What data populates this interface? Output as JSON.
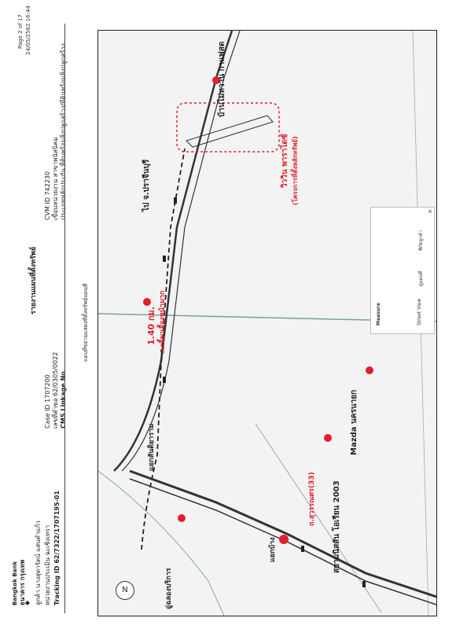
{
  "header": {
    "bank_name_th": "ธนาคาร กรุงเทพ",
    "bank_name_en": "Bangkok Bank",
    "customer_label": "ลูกค้า",
    "customer_value": "นางสุดารัตน์ แสนคำแก้ว",
    "unit_label": "หน่วยงานประเมิน",
    "unit_value": "ฉะเชิงเทรา",
    "tracking_label": "Tracking ID",
    "tracking_value": "62/7322/1707195-01",
    "case_label": "Case ID",
    "case_value": "1707200",
    "doc_label": "เลขที่คำขอ",
    "doc_value": "62/0305/0022",
    "cms_label": "CMS Linkage No",
    "report_title": "รายงานแผนที่ตั้งทรัพย์",
    "cvm_label": "CVM ID",
    "cvm_value": "742230",
    "branch_label": "เขื่อนหน่วยงาน",
    "branch_value": "สาขาพนัสนิคม",
    "asset_type_label": "ประเภทหลักประกัน",
    "asset_type_value": "ที่ดินพร้อมสิ่งปลูกสร้าง/ที่ดินพร้อมสิ่งปลูกสร้าง",
    "page_no": "Page 2 of 17",
    "datetime": "24/05/2562 16:44"
  },
  "map": {
    "subtitle": "แผนที่ขยายแสดงที่ตั้งทรัพย์แผนที่",
    "labels": {
      "distance": "1.40 กม.",
      "turn_note": "ก.เลี้ยวเยื้องหน้ามาก",
      "to_city": "ไป จ.ปราจีนบุรี",
      "village": "บ้านไม่หวาน กาแฟสด",
      "project": "วิววิน พาราไดซ์",
      "project_note": "(โครงการที่ตั้งหลักทรัพย์)",
      "junction": "แยกสันติยาราม",
      "dealer": "Mazda นครนายก",
      "school": "สยามนิสสัน โอเรียน 2003",
      "road": "ถ.สุวรรณศร(33)",
      "junction2": "แยกบ้าง",
      "service": "อู่ฉลองบริการ"
    },
    "legend_title": "Measure",
    "legend_items": [
      "Street View",
      "ดูแผนที่",
      "พิกัดลูกค้า"
    ],
    "north": "N"
  },
  "colors": {
    "accent_red": "#e0202a",
    "road_gray": "#333333"
  }
}
